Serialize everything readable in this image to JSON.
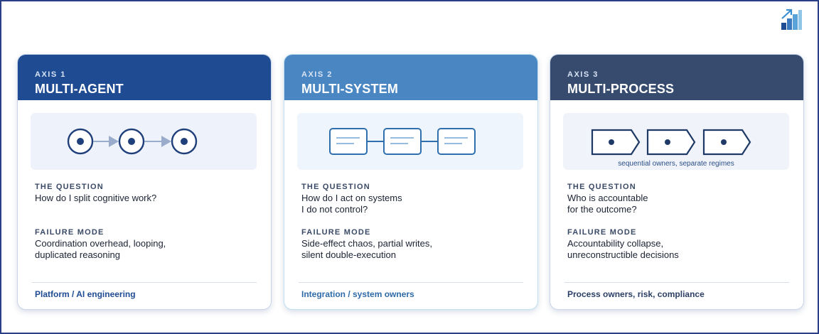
{
  "axes": [
    {
      "axis": "AXIS 1",
      "title": "MULTI-AGENT",
      "question_label": "THE QUESTION",
      "question": "How do I split cognitive work?",
      "failure_label": "FAILURE MODE",
      "failure": "Coordination overhead, looping,\nduplicated reasoning",
      "owners": "Platform / AI engineering",
      "diagram_caption": ""
    },
    {
      "axis": "AXIS 2",
      "title": "MULTI-SYSTEM",
      "question_label": "THE QUESTION",
      "question": "How do I act on systems\nI do not control?",
      "failure_label": "FAILURE MODE",
      "failure": "Side-effect chaos, partial writes,\nsilent double-execution",
      "owners": "Integration / system owners",
      "diagram_caption": ""
    },
    {
      "axis": "AXIS 3",
      "title": "MULTI-PROCESS",
      "question_label": "THE QUESTION",
      "question": "Who is accountable\nfor the outcome?",
      "failure_label": "FAILURE MODE",
      "failure": "Accountability collapse,\nunreconstructible decisions",
      "owners": "Process owners, risk, compliance",
      "diagram_caption": "sequential owners, separate regimes"
    }
  ],
  "logo_icon": "growth-bars-arrow-icon",
  "colors": {
    "frame_border": "#2b3f86",
    "axis1_header": "#1f4b93",
    "axis2_header": "#4a86c2",
    "axis3_header": "#364b6d",
    "illustration_stroke": "#2a4f86"
  }
}
